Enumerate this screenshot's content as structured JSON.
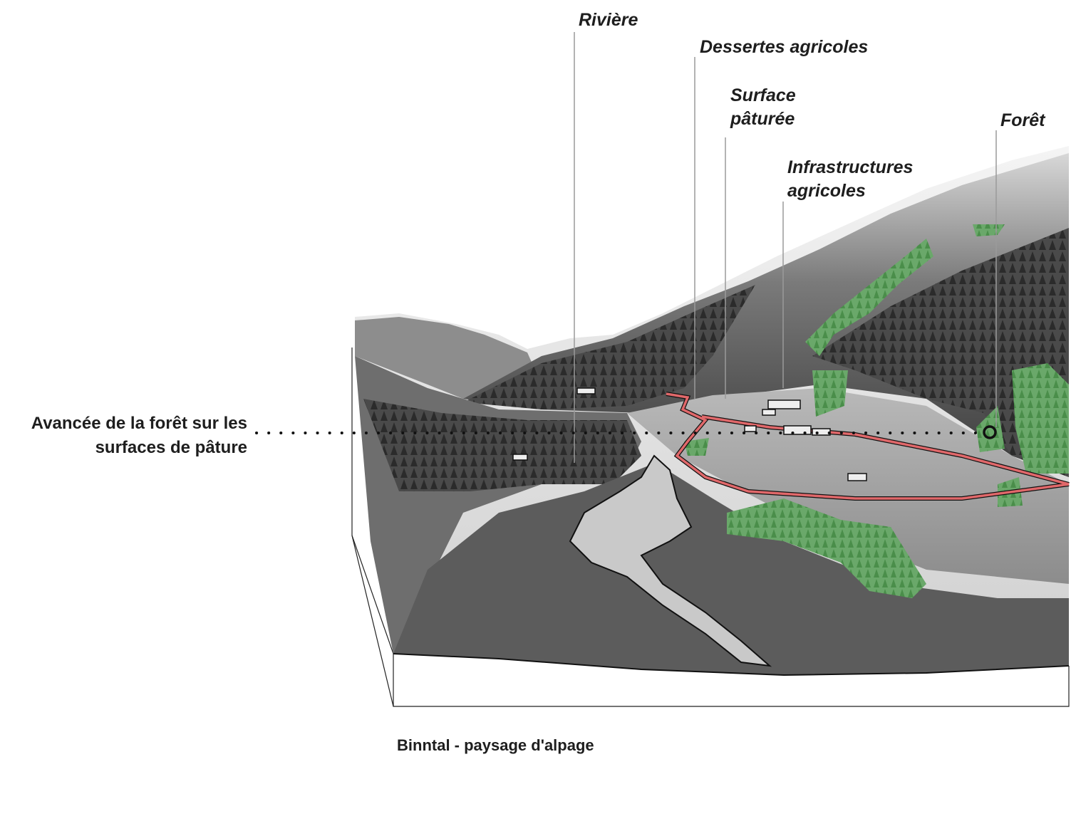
{
  "labels": {
    "riviere": "Rivière",
    "dessertes": "Dessertes agricoles",
    "surface_line1": "Surface",
    "surface_line2": "pâturée",
    "infra_line1": "Infrastructures",
    "infra_line2": "agricoles",
    "foret": "Forêt"
  },
  "side_note": {
    "line1": "Avancée de la forêt sur les",
    "line2": "surfaces de pâture"
  },
  "caption": "Binntal - paysage d'alpage",
  "colors": {
    "road": "#e0686a",
    "forest_highlight": "#4f9a4f",
    "leader_line": "#9a9a9a"
  }
}
